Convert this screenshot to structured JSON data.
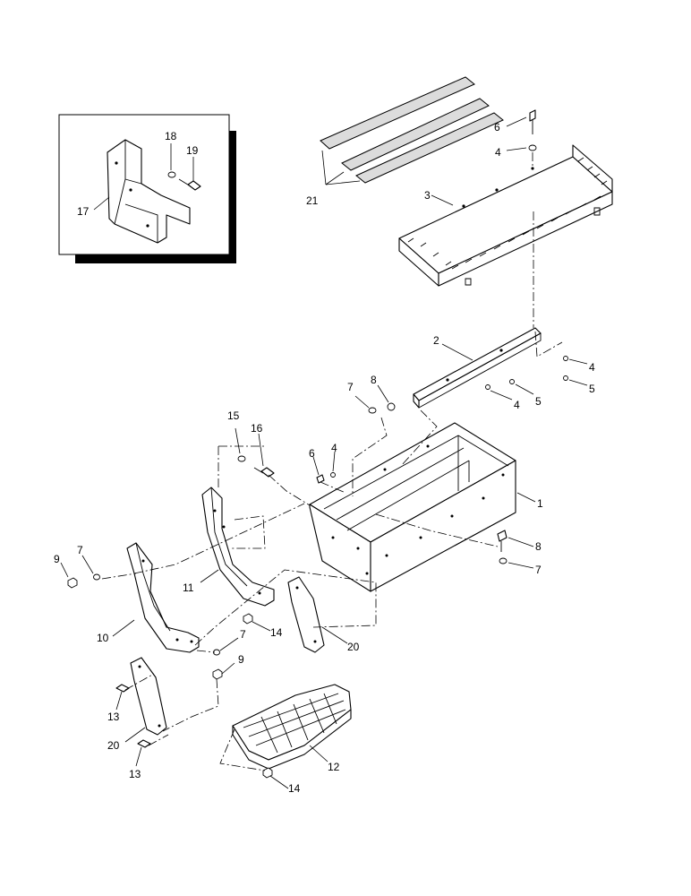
{
  "callouts": [
    {
      "id": "c1",
      "text": "1"
    },
    {
      "id": "c2",
      "text": "2"
    },
    {
      "id": "c3",
      "text": "3"
    },
    {
      "id": "c4a",
      "text": "4"
    },
    {
      "id": "c4b",
      "text": "4"
    },
    {
      "id": "c4c",
      "text": "4"
    },
    {
      "id": "c4d",
      "text": "4"
    },
    {
      "id": "c5a",
      "text": "5"
    },
    {
      "id": "c5b",
      "text": "5"
    },
    {
      "id": "c6a",
      "text": "6"
    },
    {
      "id": "c6b",
      "text": "6"
    },
    {
      "id": "c7a",
      "text": "7"
    },
    {
      "id": "c7b",
      "text": "7"
    },
    {
      "id": "c7c",
      "text": "7"
    },
    {
      "id": "c7d",
      "text": "7"
    },
    {
      "id": "c8a",
      "text": "8"
    },
    {
      "id": "c8b",
      "text": "8"
    },
    {
      "id": "c9a",
      "text": "9"
    },
    {
      "id": "c9b",
      "text": "9"
    },
    {
      "id": "c10",
      "text": "10"
    },
    {
      "id": "c11",
      "text": "11"
    },
    {
      "id": "c12",
      "text": "12"
    },
    {
      "id": "c13a",
      "text": "13"
    },
    {
      "id": "c13b",
      "text": "13"
    },
    {
      "id": "c14a",
      "text": "14"
    },
    {
      "id": "c14b",
      "text": "14"
    },
    {
      "id": "c15",
      "text": "15"
    },
    {
      "id": "c16",
      "text": "16"
    },
    {
      "id": "c17",
      "text": "17"
    },
    {
      "id": "c18",
      "text": "18"
    },
    {
      "id": "c19",
      "text": "19"
    },
    {
      "id": "c20a",
      "text": "20"
    },
    {
      "id": "c20b",
      "text": "20"
    },
    {
      "id": "c21",
      "text": "21"
    }
  ]
}
